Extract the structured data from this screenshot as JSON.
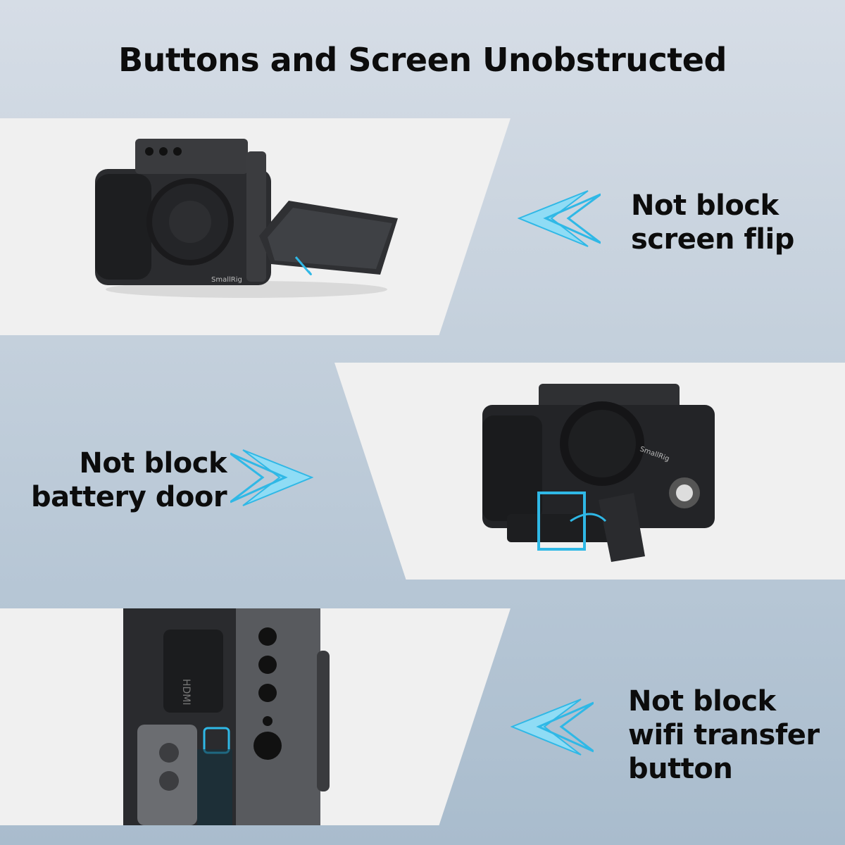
{
  "heading": "Buttons and Screen Unobstructed",
  "features": [
    {
      "line1": "Not block",
      "line2": "screen flip"
    },
    {
      "line1": "Not block",
      "line2": "battery door"
    },
    {
      "line1": "Not block",
      "line2": "wifi transfer",
      "line3": "button"
    }
  ],
  "brand_mark": "SmallRig",
  "port_label": "HDMI",
  "colors": {
    "accent": "#2fb8e6",
    "panel": "#f0f0f0",
    "background_top": "#d6dde6",
    "background_bottom": "#a9bccd",
    "text": "#0c0c0c",
    "cage_metal": "#2b2c2f"
  },
  "icons": [
    "double-chevron-left-icon",
    "double-chevron-right-icon",
    "double-chevron-left-icon"
  ]
}
